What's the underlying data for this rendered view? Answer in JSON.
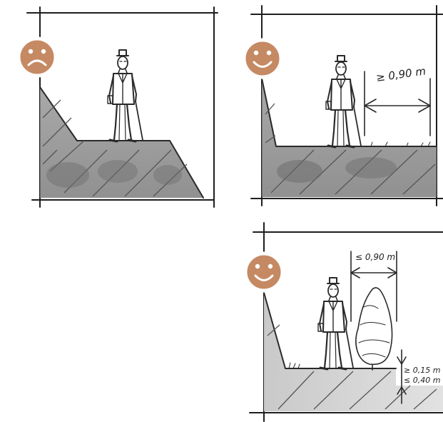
{
  "panels": [
    {
      "id": "panel-1",
      "rating": "unhappy"
    },
    {
      "id": "panel-2",
      "rating": "happy",
      "annotation": "≥ 0,90 m"
    },
    {
      "id": "panel-3",
      "rating": "happy",
      "annotation_top": "≤ 0,90 m",
      "annotation_side_1": "≥ 0,15 m",
      "annotation_side_2": "≤ 0,40 m"
    }
  ],
  "colors": {
    "face": "#c58a63",
    "ink": "#2a2a2a",
    "ground_wash": "#8f8f8f"
  },
  "icons": [
    "sad-face-icon",
    "happy-face-icon",
    "person-figure-icon",
    "shrub-icon"
  ]
}
